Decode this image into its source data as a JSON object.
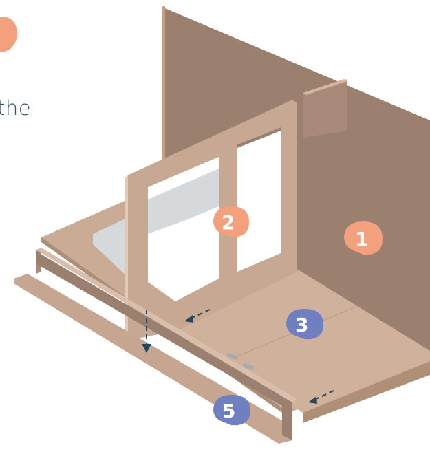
{
  "text_fragment": "the",
  "callouts": [
    {
      "id": "1",
      "label": "1",
      "color": "#f2a07e"
    },
    {
      "id": "2",
      "label": "2",
      "color": "#f2a07e"
    },
    {
      "id": "3",
      "label": "3",
      "color": "#6f7fbf"
    },
    {
      "id": "5",
      "label": "5",
      "color": "#6f7fbf"
    }
  ],
  "colors": {
    "panel_light": "#d4b5a0",
    "panel_dark": "#9b8070",
    "panel_edge": "#c39f86",
    "arrow": "#24485a",
    "window": "#d6d9db",
    "text": "#33505f"
  }
}
